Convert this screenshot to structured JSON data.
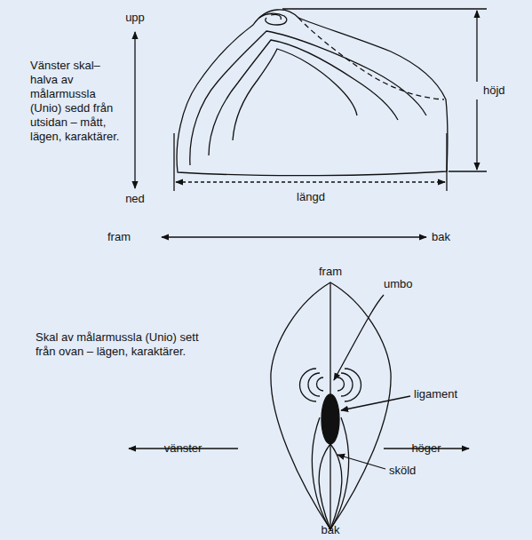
{
  "diagram": {
    "labels": [
      "upp",
      "Vänster skal– halva av målarmussla (Unio) sedd från utsidan – mått, lägen, karaktärer.",
      "ned",
      "höjd",
      "längd",
      "fram",
      "bak",
      "fram",
      "umbo",
      "Skal av målarmussla (Unio) sett från ovan – lägen, karaktärer.",
      "ligament",
      "vänster",
      "höger",
      "sköld",
      "bak"
    ]
  }
}
